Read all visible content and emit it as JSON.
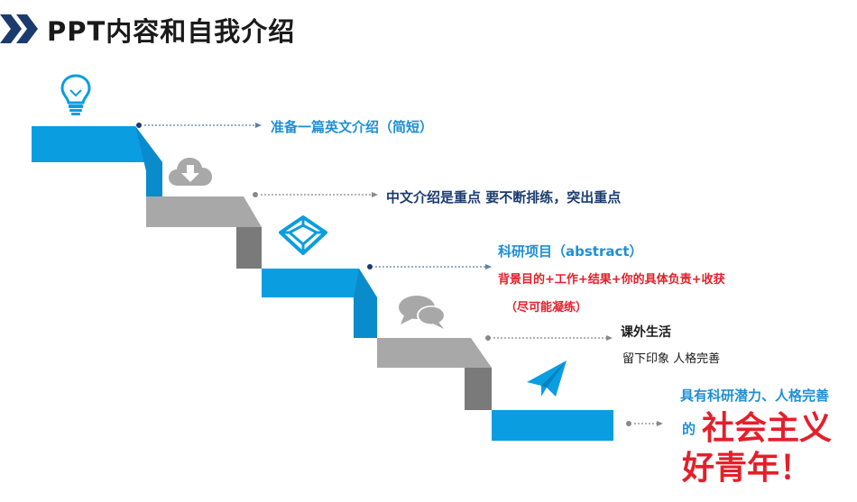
{
  "header": {
    "title": "PPT内容和自我介绍"
  },
  "steps": [
    {
      "text": "准备一篇英文介绍（简短）",
      "icon": "lightbulb-icon"
    },
    {
      "text": "中文介绍是重点   要不断排练，突出重点",
      "icon": "cloud-download-icon"
    },
    {
      "title": "科研项目（abstract）",
      "detail": "背景目的+工作+结果+你的具体负责+收获",
      "note": "（尽可能凝练）",
      "icon": "codepen-cube-icon"
    },
    {
      "title": "课外生活",
      "detail": "留下印象    人格完善",
      "icon": "chat-bubbles-icon"
    },
    {
      "line1": "具有科研潜力、人格完善",
      "prefix": "的",
      "slogan1": "社会主义",
      "slogan2": "好青年！",
      "icon": "paper-plane-icon"
    }
  ],
  "colors": {
    "blue": "#0a9ee0",
    "gray": "#a8a8a8",
    "dark_gray": "#7a7a7a",
    "navy": "#1b3b6f",
    "red": "#e3202a"
  }
}
